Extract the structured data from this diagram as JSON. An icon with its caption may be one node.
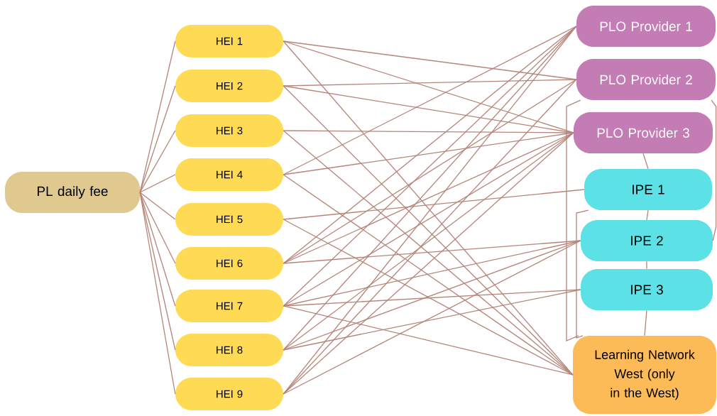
{
  "diagram": {
    "nodes": [
      {
        "text": [
          "PL daily fee"
        ]
      },
      {
        "text": [
          "HEI 1"
        ]
      },
      {
        "text": [
          "HEI 2"
        ]
      },
      {
        "text": [
          "HEI 3"
        ]
      },
      {
        "text": [
          "HEI 4"
        ]
      },
      {
        "text": [
          "HEI 5"
        ]
      },
      {
        "text": [
          "HEI 6"
        ]
      },
      {
        "text": [
          "HEI 7"
        ]
      },
      {
        "text": [
          "HEI 8"
        ]
      },
      {
        "text": [
          "HEI 9"
        ]
      },
      {
        "text": [
          "PLO Provider 1"
        ]
      },
      {
        "text": [
          "PLO Provider 2"
        ]
      },
      {
        "text": [
          "PLO Provider 3"
        ]
      },
      {
        "text": [
          "IPE 1"
        ]
      },
      {
        "text": [
          "IPE 2"
        ]
      },
      {
        "text": [
          "IPE 3"
        ]
      },
      {
        "text": [
          "Learning Network West (only in the West)"
        ]
      }
    ],
    "edges": [
      {
        "from": 0,
        "to": 1,
        "arrow": "none"
      },
      {
        "from": 0,
        "to": 2,
        "arrow": "none"
      },
      {
        "from": 0,
        "to": 3,
        "arrow": "none"
      },
      {
        "from": 0,
        "to": 4,
        "arrow": "none"
      },
      {
        "from": 0,
        "to": 5,
        "arrow": "none"
      },
      {
        "from": 0,
        "to": 6,
        "arrow": "none"
      },
      {
        "from": 0,
        "to": 7,
        "arrow": "none"
      },
      {
        "from": 0,
        "to": 8,
        "arrow": "none"
      },
      {
        "from": 0,
        "to": 9,
        "arrow": "none"
      },
      {
        "from": 1,
        "to": 11,
        "arrow": "none"
      },
      {
        "from": 1,
        "to": 12,
        "arrow": "none"
      },
      {
        "from": 1,
        "to": 16,
        "arrow": "none"
      },
      {
        "from": 2,
        "to": 11,
        "arrow": "none"
      },
      {
        "from": 2,
        "to": 12,
        "arrow": "none"
      },
      {
        "from": 2,
        "to": 16,
        "arrow": "none"
      },
      {
        "from": 3,
        "to": 12,
        "arrow": "none"
      },
      {
        "from": 3,
        "to": 16,
        "arrow": "none"
      },
      {
        "from": 4,
        "to": 10,
        "arrow": "none"
      },
      {
        "from": 4,
        "to": 12,
        "arrow": "none"
      },
      {
        "from": 4,
        "to": 16,
        "arrow": "none"
      },
      {
        "from": 5,
        "to": 13,
        "arrow": "none"
      },
      {
        "from": 5,
        "to": 16,
        "arrow": "none"
      },
      {
        "from": 6,
        "to": 10,
        "arrow": "none"
      },
      {
        "from": 6,
        "to": 11,
        "arrow": "none"
      },
      {
        "from": 6,
        "to": 12,
        "arrow": "none"
      },
      {
        "from": 6,
        "to": 14,
        "arrow": "none"
      },
      {
        "from": 7,
        "to": 10,
        "arrow": "none"
      },
      {
        "from": 7,
        "to": 12,
        "arrow": "none"
      },
      {
        "from": 7,
        "to": 14,
        "arrow": "none"
      },
      {
        "from": 7,
        "to": 15,
        "arrow": "none"
      },
      {
        "from": 7,
        "to": 16,
        "arrow": "none"
      },
      {
        "from": 8,
        "to": 10,
        "arrow": "none"
      },
      {
        "from": 8,
        "to": 12,
        "arrow": "none"
      },
      {
        "from": 8,
        "to": 14,
        "arrow": "none"
      },
      {
        "from": 8,
        "to": 15,
        "arrow": "none"
      },
      {
        "from": 9,
        "to": 10,
        "arrow": "none"
      },
      {
        "from": 9,
        "to": 11,
        "arrow": "none"
      },
      {
        "from": 9,
        "to": 12,
        "arrow": "none"
      },
      {
        "from": 9,
        "to": 14,
        "arrow": "none"
      },
      {
        "from": 12,
        "to": 13,
        "arrow": "none"
      },
      {
        "from": 13,
        "to": 14,
        "arrow": "none"
      },
      {
        "from": 14,
        "to": 15,
        "arrow": "none"
      },
      {
        "from": 15,
        "to": 16,
        "arrow": "none"
      },
      {
        "from": 11,
        "to": 16,
        "arrow": "none"
      },
      {
        "from": 13,
        "to": 16,
        "arrow": "none"
      },
      {
        "from": 11,
        "to": 14,
        "arrow": "none"
      }
    ]
  }
}
